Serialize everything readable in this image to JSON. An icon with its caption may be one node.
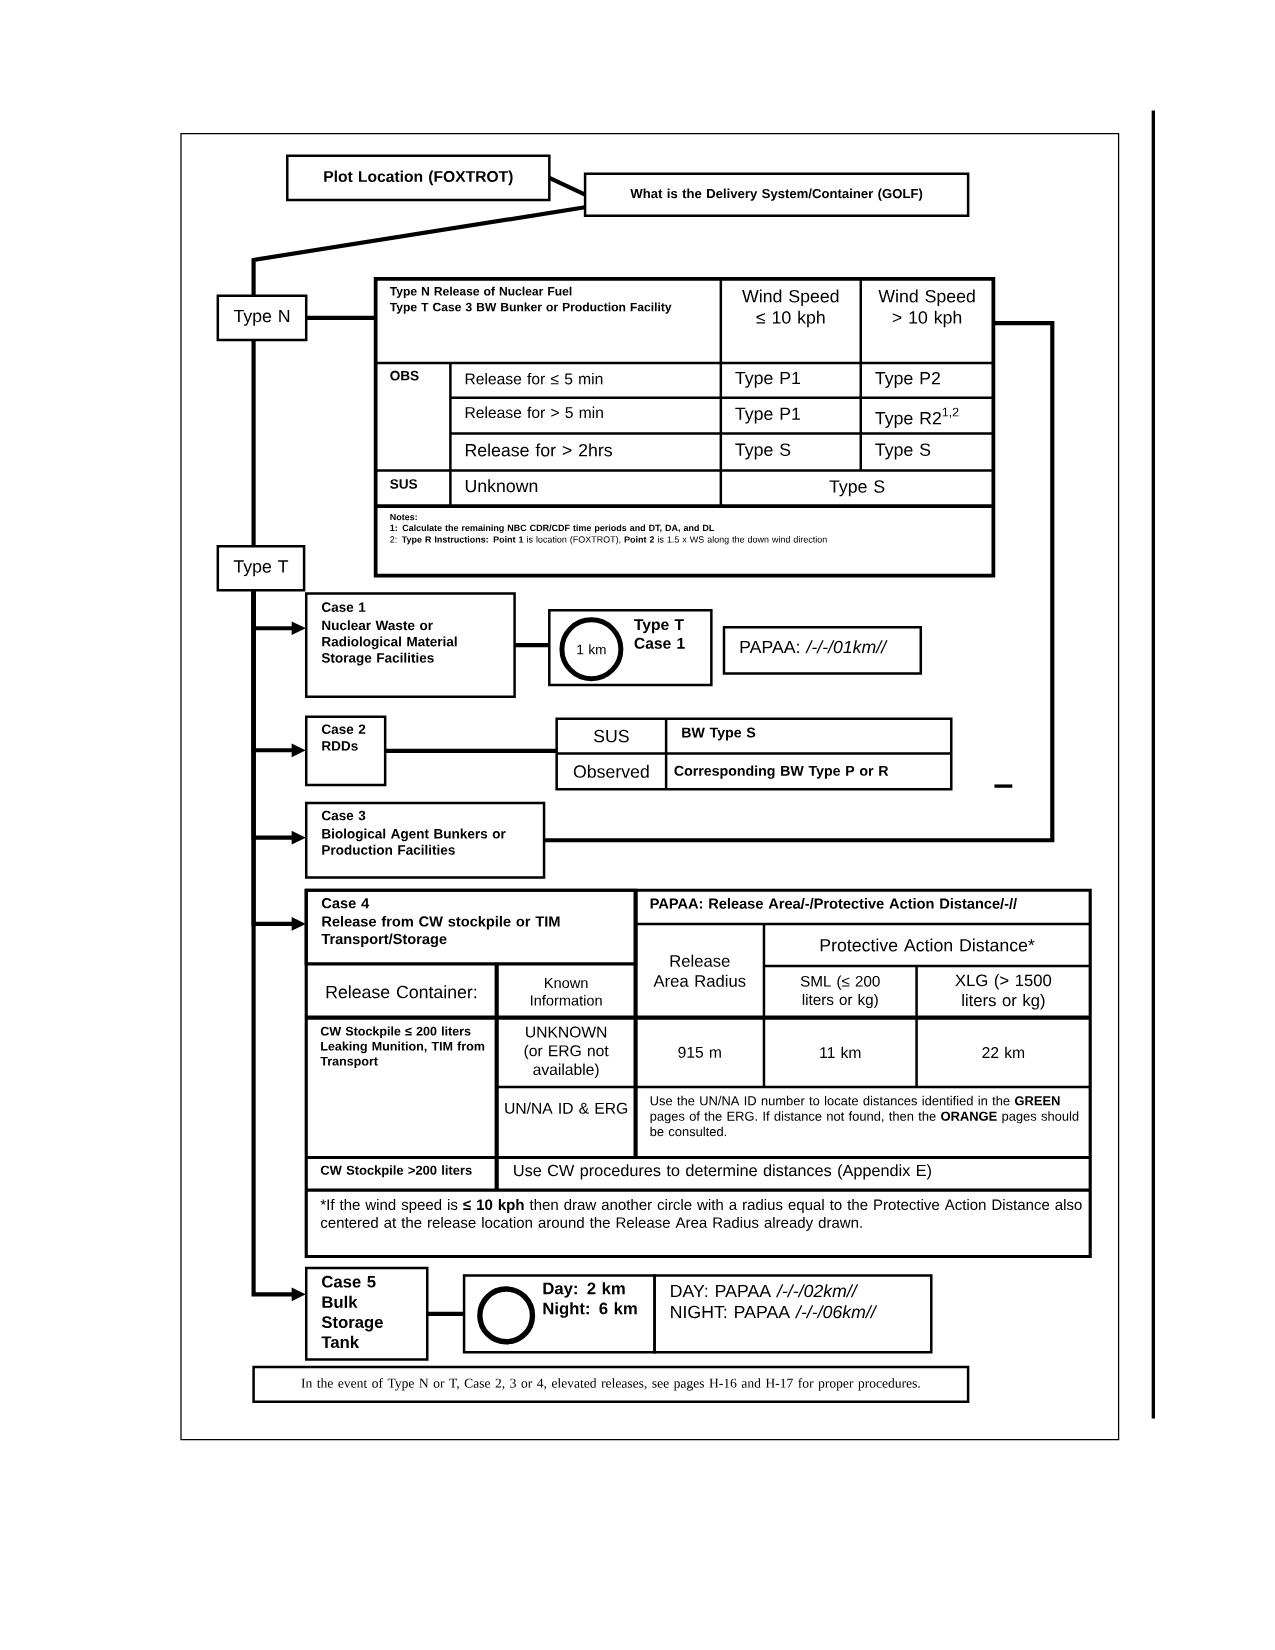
{
  "diagram": {
    "nodes": [
      {
        "text": [
          "Plot Location (FOXTROT)"
        ]
      },
      {
        "text": [
          "What is the Delivery System/Container (GOLF)"
        ]
      },
      {
        "text": [
          "Type N"
        ]
      },
      {
        "text": [
          "Type N Release of Nuclear Fuel",
          "Type T Case 3 BW Bunker or Production Facility",
          "Wind Speed ≤ 10 kph",
          "Wind Speed > 10 kph",
          "OBS",
          "Release for ≤ 5 min",
          "Type P1",
          "Type P2",
          "Release for > 5 min",
          "Type P1",
          "Type R2$^{1,2}$",
          "Release for > 2hrs",
          "Type S",
          "Type S",
          "SUS",
          "Unknown",
          "Type S",
          "Notes:",
          "1: Calculate the remaining NBC CDR/CDF time periods and DT, DA, and DL",
          "2: **Type R Instructions: Point 1** is location (FOXTROT), **Point 2** is 1.5 x WS along the down wind direction"
        ]
      },
      {
        "text": [
          "Type T"
        ]
      },
      {
        "text": [
          "Case 1",
          "Nuclear Waste or Radiological Material Storage Facilities"
        ]
      },
      {
        "text": [
          "Type T Case 1"
        ]
      },
      {
        "text": [
          "1 km"
        ],
        "in": 6
      },
      {
        "text": [
          "PAPAA: */-/-/01km//*"
        ]
      },
      {
        "text": [
          "Case 2",
          "RDDs"
        ]
      },
      {
        "text": [
          "SUS",
          "BW Type S",
          "Observed",
          "Corresponding BW Type P or R"
        ]
      },
      {
        "text": [
          "Case 3",
          "Biological Agent Bunkers or Production Facilities"
        ]
      },
      {
        "text": [
          "PAPAA: Release Area/-/Protective Action Distance/-//",
          "Release Area Radius",
          "Protective Action Distance*",
          "Release Container:",
          "Known Information",
          "SML (≤ 200 liters or kg)",
          "XLG (> 1500 liters or kg)",
          "CW Stockpile ≤ 200 liters Leaking Munition, TIM from Transport",
          "UNKNOWN (or ERG not available)",
          "915 m",
          "11 km",
          "22 km",
          "UN/NA ID & ERG",
          "Use the UN/NA ID number to locate distances identified in the **GREEN** pages of the ERG. If distance not found, then the **ORANGE** pages should be consulted.",
          "CW Stockpile >200 liters",
          "Use CW procedures to determine distances (Appendix E)",
          "*If the wind speed is **≤ 10 kph** then draw another circle with a radius equal to the Protective Action Distance also centered at the release location around the Release Area Radius already drawn."
        ]
      },
      {
        "text": [
          "Case 4",
          "Release from CW stockpile or TIM Transport/Storage"
        ],
        "in": 12
      },
      {
        "text": [
          "Case 5",
          "Bulk Storage Tank"
        ]
      },
      {
        "text": [
          "Day: 2 km",
          "Night: 6 km"
        ]
      },
      {
        "text": [],
        "shape": "circle",
        "in": 15
      },
      {
        "text": [
          "DAY: PAPAA */-/-/02km//*",
          "NIGHT: PAPAA */-/-/06km//*"
        ]
      },
      {
        "text": [
          "In the event of Type N or T, Case 2, 3 or 4, elevated releases, see pages H-16 and H-17 for proper procedures."
        ]
      }
    ],
    "edges": [
      {
        "from": 0,
        "to": 1,
        "arrow": "none"
      },
      {
        "from": 1,
        "to": 2,
        "arrow": "none"
      },
      {
        "from": 2,
        "to": 3,
        "arrow": "none"
      },
      {
        "from": 2,
        "to": 4,
        "arrow": "none"
      },
      {
        "from": 4,
        "to": 5,
        "arrow": "to"
      },
      {
        "from": 4,
        "to": 9,
        "arrow": "to"
      },
      {
        "from": 4,
        "to": 11,
        "arrow": "to"
      },
      {
        "from": 4,
        "to": 13,
        "arrow": "to"
      },
      {
        "from": 4,
        "to": 14,
        "arrow": "to"
      },
      {
        "from": 5,
        "to": 6,
        "arrow": "none"
      },
      {
        "from": 9,
        "to": 10,
        "arrow": "none"
      },
      {
        "from": 11,
        "to": 3,
        "arrow": "none"
      },
      {
        "from": 14,
        "to": 15,
        "arrow": "none"
      }
    ]
  }
}
